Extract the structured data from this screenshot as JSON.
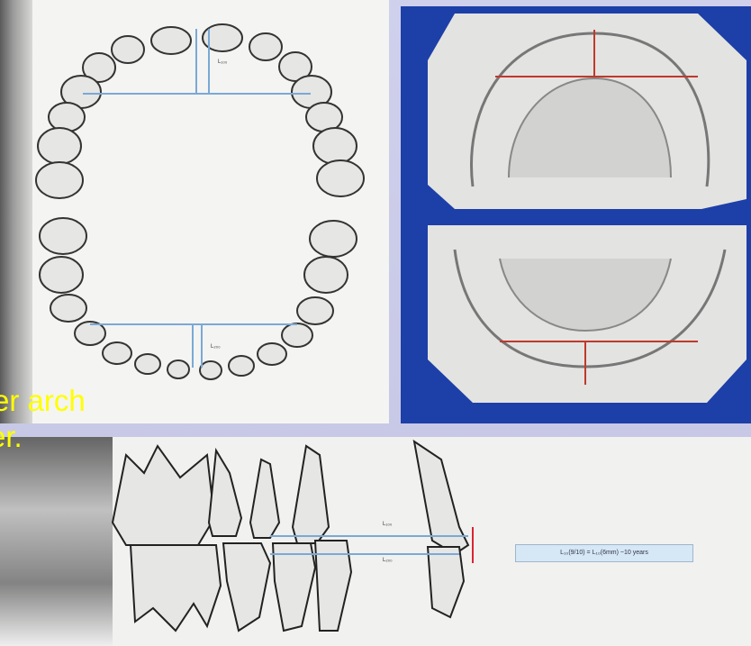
{
  "overlay_text": {
    "line1": "er arch",
    "line2": "er."
  },
  "arch_diagram": {
    "upper_label": "L₁₀₀",
    "lower_label": "L₂₀₀"
  },
  "lateral_diagram": {
    "upper_label": "L₁₀₀",
    "lower_label": "L₂₀₀",
    "formula": "L₁₀(9/10) = L₁₀(6mm) ~10 years"
  },
  "colors": {
    "cast_background": "#1d3fa8",
    "overlay_text": "#ffff00",
    "measure_line": "#7aa9d6",
    "cast_measure_line": "#c0392b"
  }
}
